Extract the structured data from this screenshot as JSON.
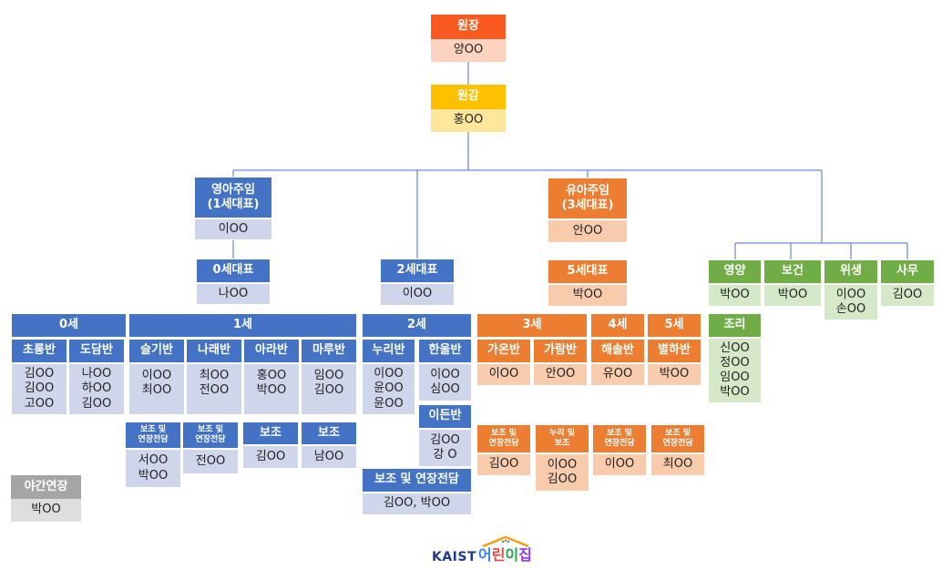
{
  "colors": {
    "director": "#fa5a1f",
    "vice": "#ffc000",
    "infant": "#4472c4",
    "child": "#ed7d31",
    "support": "#70ad47",
    "night": "#a5a5a5"
  },
  "director": {
    "title": "원장",
    "name": "양OO"
  },
  "vice": {
    "title": "원감",
    "name": "홍OO"
  },
  "infant_lead": {
    "title1": "영아주임",
    "title2": "(1세대표)",
    "name": "이OO"
  },
  "child_lead": {
    "title1": "유아주임",
    "title2": "(3세대표)",
    "name": "안OO"
  },
  "rep0": {
    "title": "0세대표",
    "name": "나OO"
  },
  "rep2": {
    "title": "2세대표",
    "name": "이OO"
  },
  "rep5": {
    "title": "5세대표",
    "name": "박OO"
  },
  "age0": {
    "title": "0세",
    "classes": [
      {
        "name": "초롱반",
        "teachers": [
          "김OO",
          "김OO",
          "고OO"
        ]
      },
      {
        "name": "도담반",
        "teachers": [
          "나OO",
          "하OO",
          "김OO"
        ]
      }
    ]
  },
  "age1": {
    "title": "1세",
    "classes": [
      {
        "name": "슬기반",
        "teachers": [
          "이OO",
          "최OO"
        ]
      },
      {
        "name": "나래반",
        "teachers": [
          "최OO",
          "전OO"
        ]
      },
      {
        "name": "아라반",
        "teachers": [
          "홍OO",
          "박OO"
        ]
      },
      {
        "name": "마루반",
        "teachers": [
          "임OO",
          "김OO"
        ]
      }
    ],
    "assist": [
      {
        "title1": "보조 및",
        "title2": "연장전담",
        "teachers": [
          "서OO",
          "박OO"
        ]
      },
      {
        "title1": "보조 및",
        "title2": "연장전담",
        "teachers": [
          "전OO"
        ]
      },
      {
        "title": "보조",
        "teachers": [
          "김OO"
        ]
      },
      {
        "title": "보조",
        "teachers": [
          "남OO"
        ]
      }
    ]
  },
  "age2": {
    "title": "2세",
    "classes": [
      {
        "name": "누리반",
        "teachers": [
          "이OO",
          "윤OO",
          "윤OO"
        ]
      },
      {
        "name": "한울반",
        "teachers": [
          "이OO",
          "심OO"
        ]
      },
      {
        "name": "이든반",
        "teachers": [
          "김OO",
          "강 O"
        ]
      }
    ],
    "assist": {
      "title": "보조 및 연장전담",
      "teachers": "김OO, 박OO"
    }
  },
  "age3": {
    "title": "3세",
    "classes": [
      {
        "name": "가온반",
        "teachers": [
          "이OO"
        ]
      },
      {
        "name": "가람반",
        "teachers": [
          "안OO"
        ]
      }
    ],
    "assist": [
      {
        "title1": "보조 및",
        "title2": "연장전담",
        "teachers": [
          "김OO"
        ]
      },
      {
        "title1": "누리 및",
        "title2": "보조",
        "teachers": [
          "이OO",
          "김OO"
        ]
      }
    ]
  },
  "age4": {
    "title": "4세",
    "classes": [
      {
        "name": "해솔반",
        "teachers": [
          "유OO"
        ]
      }
    ],
    "assist": {
      "title1": "보조 및",
      "title2": "연장전담",
      "teachers": [
        "이OO"
      ]
    }
  },
  "age5": {
    "title": "5세",
    "classes": [
      {
        "name": "별하반",
        "teachers": [
          "박OO"
        ]
      }
    ],
    "assist": {
      "title1": "보조 및",
      "title2": "연장전담",
      "teachers": [
        "최OO"
      ]
    }
  },
  "support": [
    {
      "title": "영양",
      "names": [
        "박OO"
      ]
    },
    {
      "title": "보건",
      "names": [
        "박OO"
      ]
    },
    {
      "title": "위생",
      "names": [
        "이OO",
        "손OO"
      ]
    },
    {
      "title": "사무",
      "names": [
        "김OO"
      ]
    }
  ],
  "cook": {
    "title": "조리",
    "names": [
      "신OO",
      "정OO",
      "임OO",
      "박OO"
    ]
  },
  "night": {
    "title": "야간연장",
    "name": "박OO"
  },
  "logo": {
    "brand": "KAIST",
    "h1": "어",
    "h2": "린",
    "h3": "이",
    "h4": "집"
  }
}
